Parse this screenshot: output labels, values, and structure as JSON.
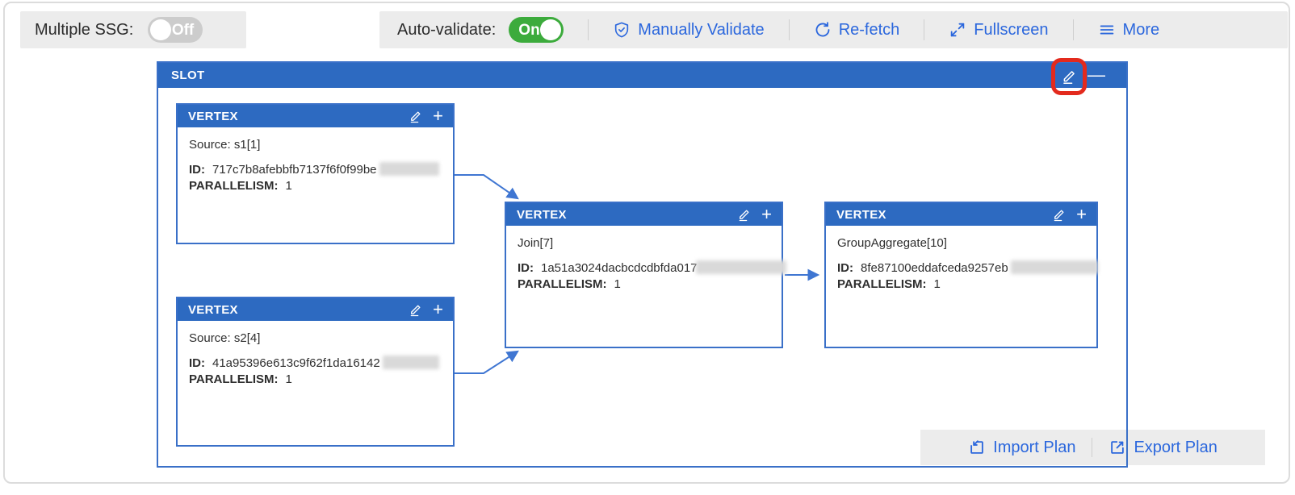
{
  "toolbar_left": {
    "label": "Multiple SSG:",
    "toggle_state": "Off"
  },
  "toolbar_right": {
    "auto_validate_label": "Auto-validate:",
    "auto_validate_state": "On",
    "manually_validate_label": "Manually Validate",
    "refetch_label": "Re-fetch",
    "fullscreen_label": "Fullscreen",
    "more_label": "More"
  },
  "slot": {
    "title": "SLOT",
    "collapse_glyph": "—",
    "vertices": [
      {
        "header": "VERTEX",
        "name": "Source: s1[1]",
        "id_label": "ID:",
        "id_prefix": "717c7b8afebbfb7137f6f0f99be",
        "id_redacted": true,
        "parallelism_label": "PARALLELISM:",
        "parallelism_value": "1",
        "add_glyph": "+"
      },
      {
        "header": "VERTEX",
        "name": "Source: s2[4]",
        "id_label": "ID:",
        "id_prefix": "41a95396e613c9f62f1da16142",
        "id_redacted": true,
        "parallelism_label": "PARALLELISM:",
        "parallelism_value": "1",
        "add_glyph": "+"
      },
      {
        "header": "VERTEX",
        "name": "Join[7]",
        "id_label": "ID:",
        "id_prefix": "1a51a3024dacbcdcdbfda017",
        "id_redacted": true,
        "parallelism_label": "PARALLELISM:",
        "parallelism_value": "1",
        "add_glyph": "+"
      },
      {
        "header": "VERTEX",
        "name": "GroupAggregate[10]",
        "id_label": "ID:",
        "id_prefix": "8fe87100eddafceda9257eb",
        "id_redacted": true,
        "parallelism_label": "PARALLELISM:",
        "parallelism_value": "1",
        "add_glyph": "+"
      }
    ],
    "edges": [
      {
        "from": "Source: s1[1]",
        "to": "Join[7]"
      },
      {
        "from": "Source: s2[4]",
        "to": "Join[7]"
      },
      {
        "from": "Join[7]",
        "to": "GroupAggregate[10]"
      }
    ]
  },
  "plan_bar": {
    "import_label": "Import Plan",
    "export_label": "Export Plan"
  },
  "colors": {
    "header_blue": "#2d6ac1",
    "node_border_blue": "#3a70c8",
    "accent_blue": "#2b67dd",
    "toggle_on_green": "#3cab3c",
    "toggle_off_gray": "#cccccc",
    "toolbar_gray": "#ececec",
    "highlight_red": "#e32a1d"
  }
}
